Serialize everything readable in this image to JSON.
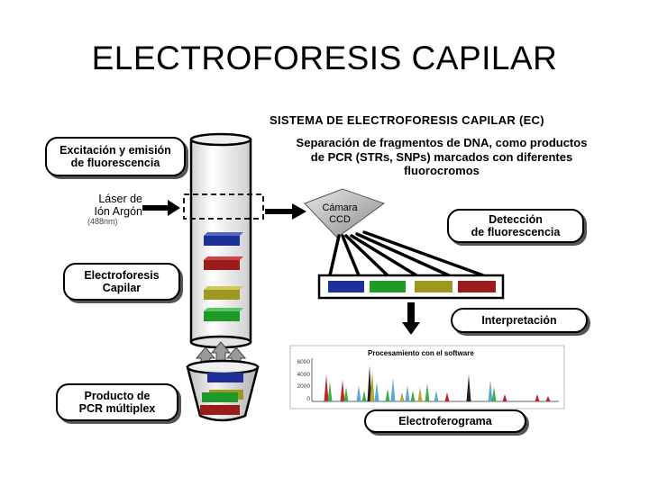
{
  "title": "ELECTROFORESIS CAPILAR",
  "system": {
    "heading": "SISTEMA DE ELECTROFORESIS CAPILAR  (EC)",
    "description": "Separación de fragmentos de DNA, como productos\nde PCR (STRs, SNPs) marcados con diferentes\nfluorocromos"
  },
  "left_labels": {
    "excitation": "Excitación y emisión\nde fluorescencia",
    "laser": "Láser de\nIón Argón",
    "laser_wavelength": "(488nm)",
    "electrophoresis": "Electroforesis\nCapilar",
    "pcr_product": "Producto de\nPCR múltiplex"
  },
  "camera": "Cámara\nCCD",
  "right_labels": {
    "detection": "Detección\nde fluorescencia",
    "interpretation": "Interpretación",
    "electropherogram": "Electroferograma"
  },
  "software_panel": {
    "caption": "Procesamiento con el software",
    "y_ticks": [
      "6000",
      "4000",
      "2000",
      "0"
    ]
  },
  "colors": {
    "blue": "#1f2f9a",
    "red": "#9c1b1b",
    "olive": "#9e9720",
    "green": "#1f9a2a",
    "peak_blue": "#5aa8d8",
    "peak_green": "#3cae4a",
    "peak_red": "#c8202a",
    "peak_black": "#222222",
    "peak_olive": "#b8a830"
  }
}
